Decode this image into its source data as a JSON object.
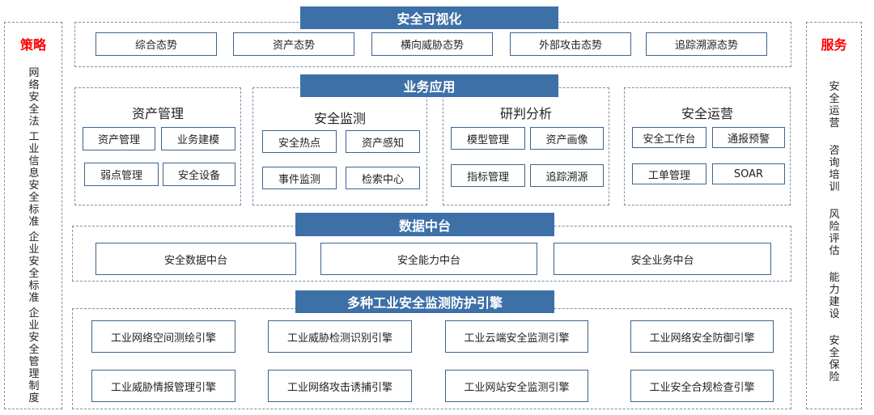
{
  "left": {
    "title": "策略",
    "items": [
      "网络安全法",
      "工业信息安全标准",
      "企业安全标准",
      "企业安全管理制度"
    ]
  },
  "right": {
    "title": "服务",
    "items": [
      "安全运营",
      "咨询培训",
      "风险评估",
      "能力建设",
      "安全保险"
    ]
  },
  "visual": {
    "header": "安全可视化",
    "items": [
      "综合态势",
      "资产态势",
      "横向威胁态势",
      "外部攻击态势",
      "追踪溯源态势"
    ]
  },
  "apps": {
    "header": "业务应用",
    "panels": [
      {
        "title": "资产管理",
        "items": [
          "资产管理",
          "业务建模",
          "弱点管理",
          "安全设备"
        ]
      },
      {
        "title": "安全监测",
        "items": [
          "安全热点",
          "资产感知",
          "事件监测",
          "检索中心"
        ]
      },
      {
        "title": "研判分析",
        "items": [
          "模型管理",
          "资产画像",
          "指标管理",
          "追踪溯源"
        ]
      },
      {
        "title": "安全运营",
        "items": [
          "安全工作台",
          "通报预警",
          "工单管理",
          "SOAR"
        ]
      }
    ]
  },
  "data_platform": {
    "header": "数据中台",
    "items": [
      "安全数据中台",
      "安全能力中台",
      "安全业务中台"
    ]
  },
  "engines": {
    "header": "多种工业安全监测防护引擎",
    "items": [
      "工业网络空间测绘引擎",
      "工业威胁检测识别引擎",
      "工业云端安全监测引擎",
      "工业网络安全防御引擎",
      "工业威胁情报管理引擎",
      "工业网络攻击诱捕引擎",
      "工业网站安全监测引擎",
      "工业安全合规检查引擎"
    ]
  }
}
